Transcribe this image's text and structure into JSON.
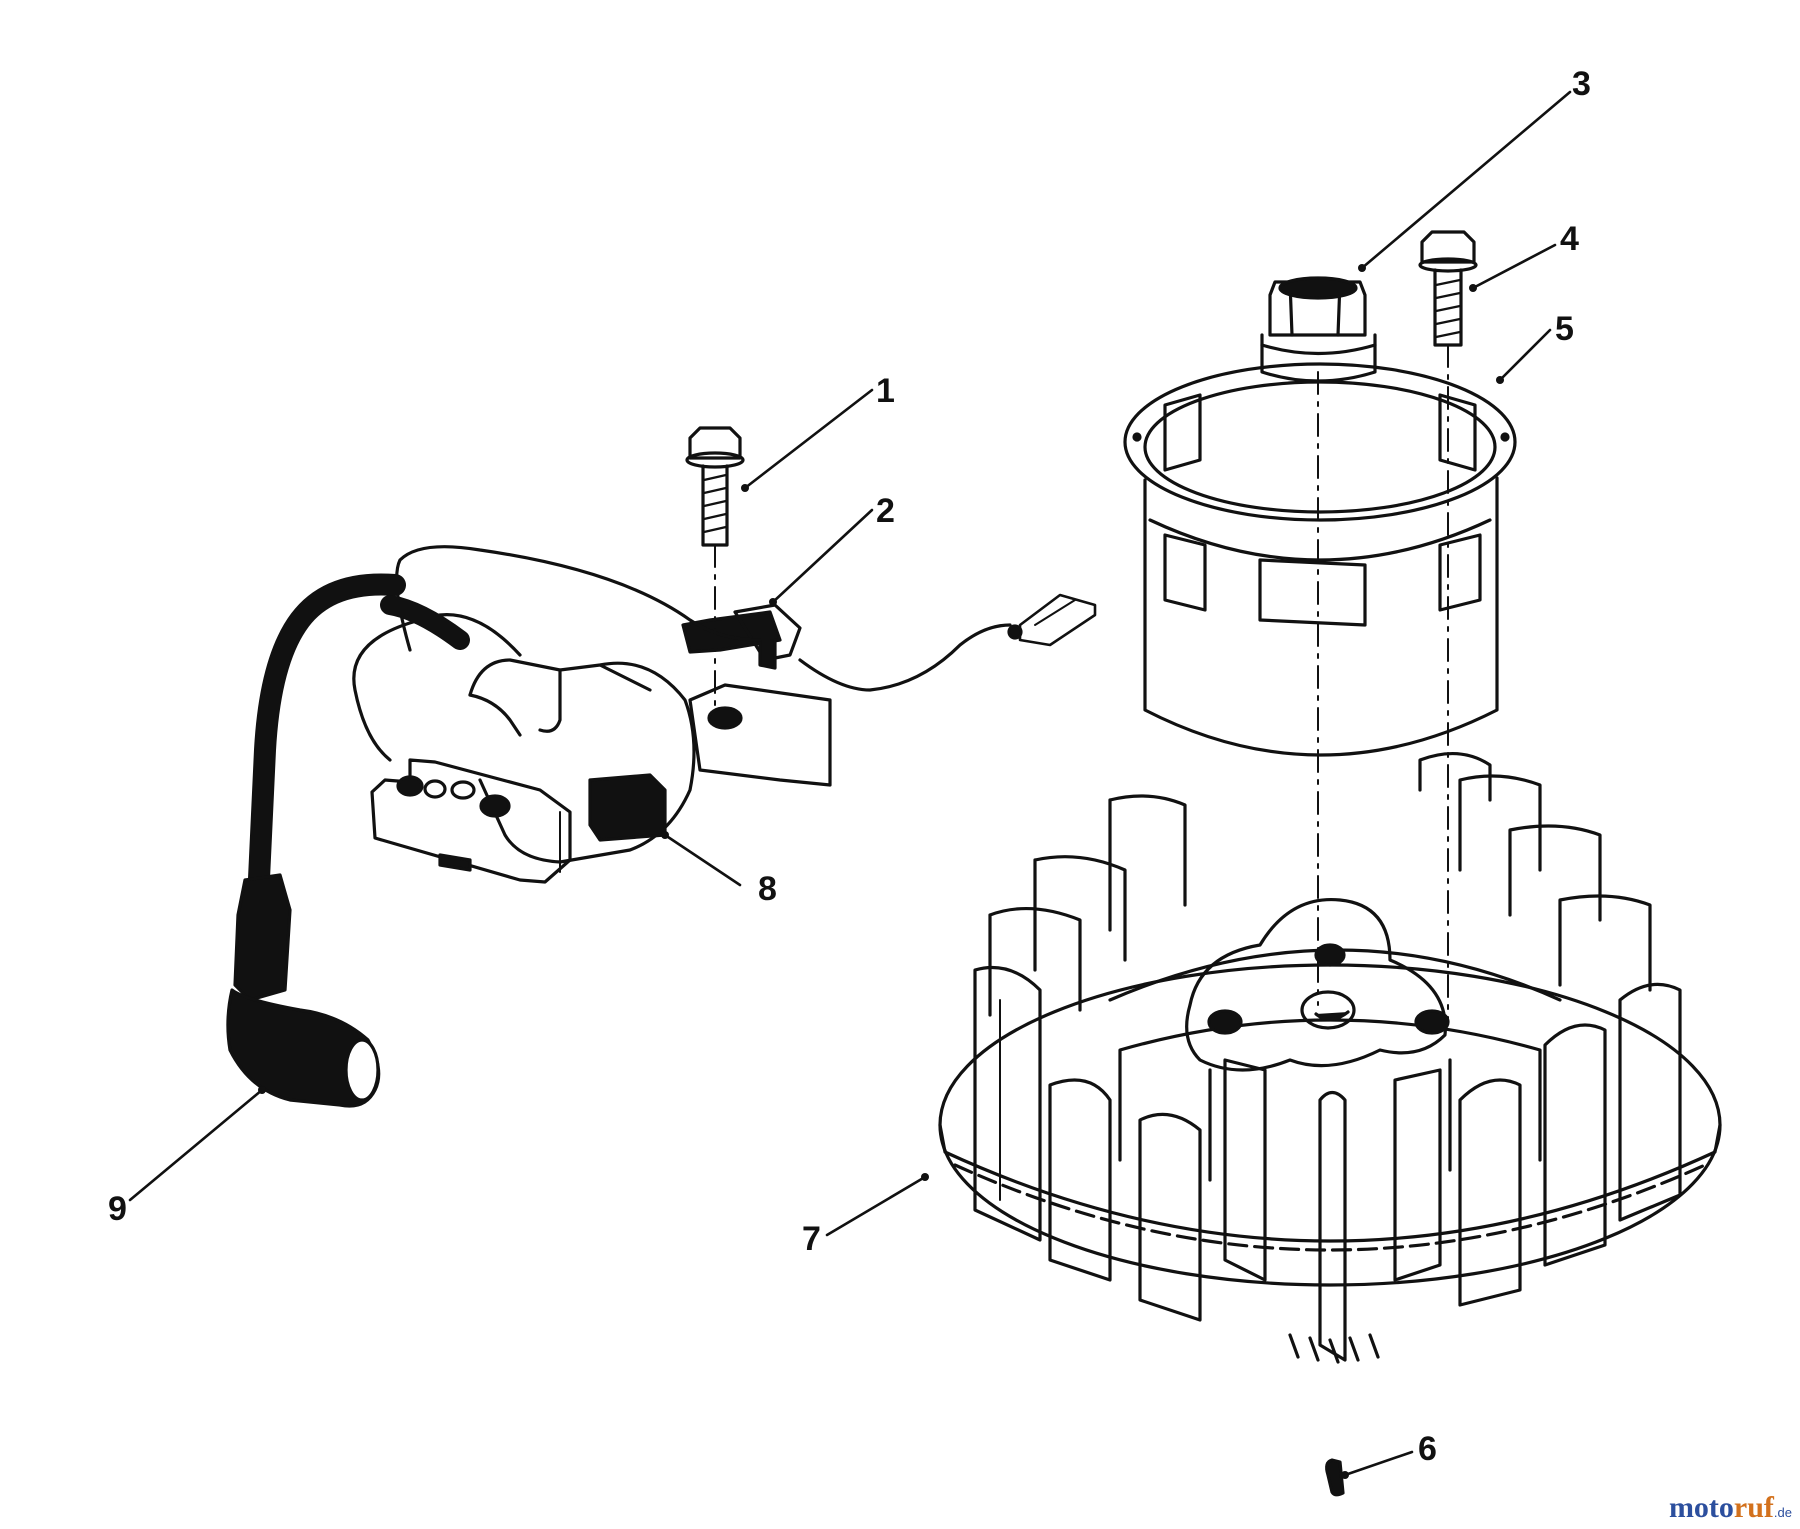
{
  "callouts": [
    {
      "number": "1"
    },
    {
      "number": "2"
    },
    {
      "number": "3"
    },
    {
      "number": "4"
    },
    {
      "number": "5"
    },
    {
      "number": "6"
    },
    {
      "number": "7"
    },
    {
      "number": "8"
    },
    {
      "number": "9"
    }
  ],
  "watermark": {
    "part1": "moto",
    "part2": "ruf",
    "part3": ".de"
  },
  "colors": {
    "ink": "#111111",
    "paper": "#ffffff",
    "watermark_blue": "#2c4f9e",
    "watermark_orange": "#d3711c"
  }
}
